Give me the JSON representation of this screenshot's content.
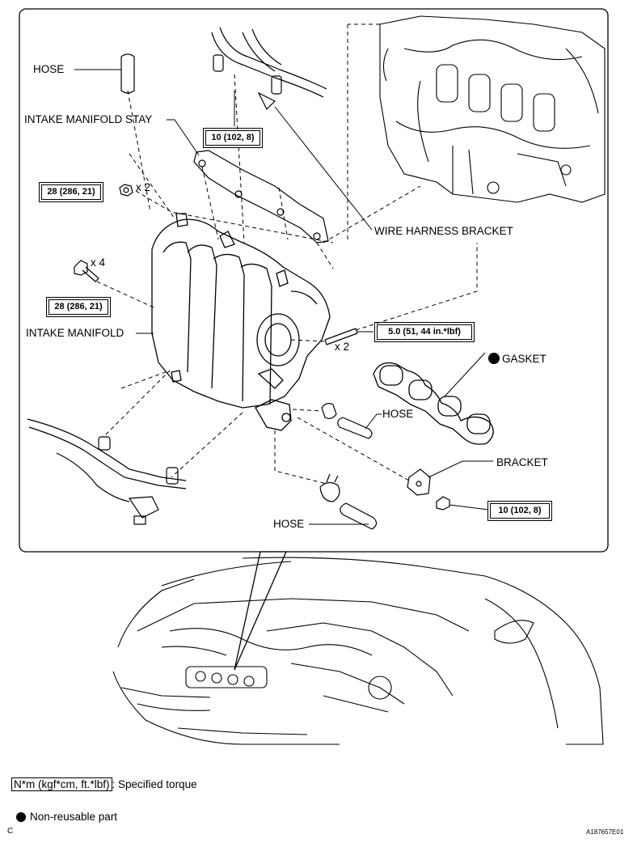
{
  "labels": {
    "hose_top": "HOSE",
    "intake_manifold_stay": "INTAKE MANIFOLD STAY",
    "wire_harness_bracket": "WIRE HARNESS BRACKET",
    "intake_manifold": "INTAKE MANIFOLD",
    "gasket": "GASKET",
    "hose_right": "HOSE",
    "bracket": "BRACKET",
    "hose_bottom": "HOSE"
  },
  "torques": {
    "stay_bolt": "10 (102, 8)",
    "nut_x2": "28 (286, 21)",
    "bolt_x4": "28 (286, 21)",
    "stud": "5.0 (51, 44 in.*lbf)",
    "bracket_bolt": "10 (102, 8)"
  },
  "quantities": {
    "nut": "x 2",
    "bolt": "x 4",
    "stud": "x 2"
  },
  "legend": {
    "torque_units": "N*m (kgf*cm, ft.*lbf)",
    "torque_desc": ": Specified torque",
    "nonreusable": "Non-reusable part"
  },
  "corner": {
    "left": "C",
    "right": "A187657E01"
  }
}
